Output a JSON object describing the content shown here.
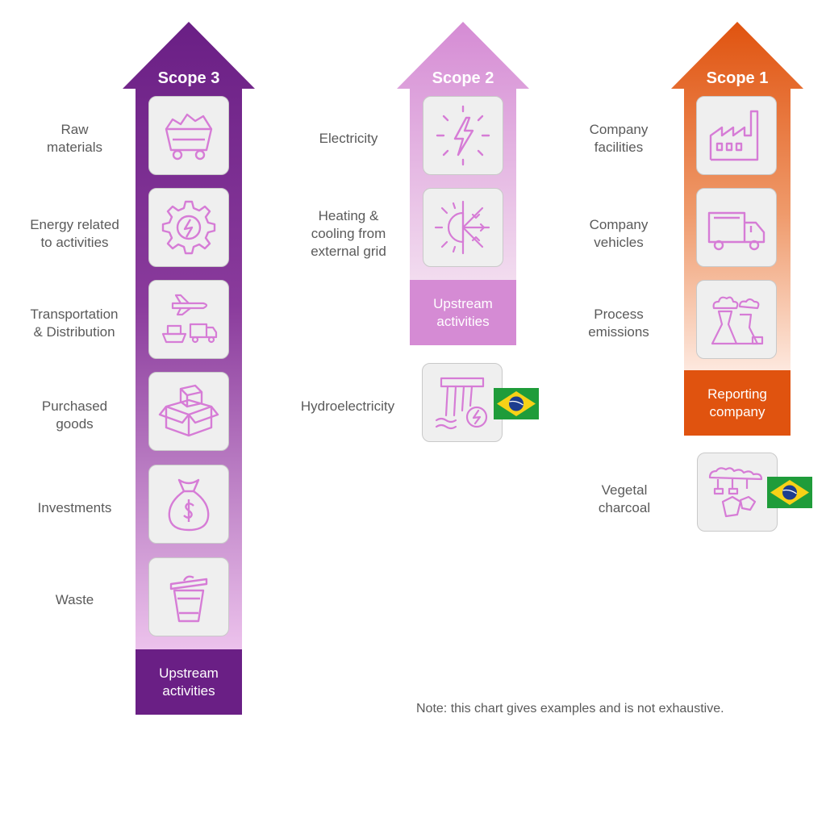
{
  "scope3": {
    "title": "Scope 3",
    "base": "Upstream\nactivities",
    "items": [
      {
        "label": "Raw\nmaterials",
        "icon": "mine-cart-icon"
      },
      {
        "label": "Energy related\nto activities",
        "icon": "energy-gear-icon"
      },
      {
        "label": "Transportation\n& Distribution",
        "icon": "transport-icon"
      },
      {
        "label": "Purchased\ngoods",
        "icon": "boxes-icon"
      },
      {
        "label": "Investments",
        "icon": "money-bag-icon"
      },
      {
        "label": "Waste",
        "icon": "trash-bin-icon"
      }
    ]
  },
  "scope2": {
    "title": "Scope 2",
    "base": "Upstream\nactivities",
    "items": [
      {
        "label": "Electricity",
        "icon": "electricity-icon"
      },
      {
        "label": "Heating &\ncooling from\nexternal grid",
        "icon": "heating-cooling-icon"
      }
    ],
    "extra": {
      "label": "Hydroelectricity",
      "icon": "hydroelectric-dam-icon",
      "flag": "brazil-flag-icon"
    }
  },
  "scope1": {
    "title": "Scope 1",
    "base": "Reporting\ncompany",
    "items": [
      {
        "label": "Company\nfacilities",
        "icon": "factory-icon"
      },
      {
        "label": "Company\nvehicles",
        "icon": "truck-icon"
      },
      {
        "label": "Process\nemissions",
        "icon": "process-emissions-icon"
      }
    ],
    "extra": {
      "label": "Vegetal\ncharcoal",
      "icon": "charcoal-kiln-icon",
      "flag": "brazil-flag-icon"
    }
  },
  "note": "Note: this chart gives examples and is not exhaustive.",
  "colors": {
    "scope3_dark": "#6a1f85",
    "scope3_light": "#e7b7e8",
    "scope2": "#d58bd4",
    "scope2_light": "#f2dcef",
    "scope1": "#e0530f",
    "scope1_light": "#fbe5da",
    "icon_stroke": "#d67cd6"
  }
}
